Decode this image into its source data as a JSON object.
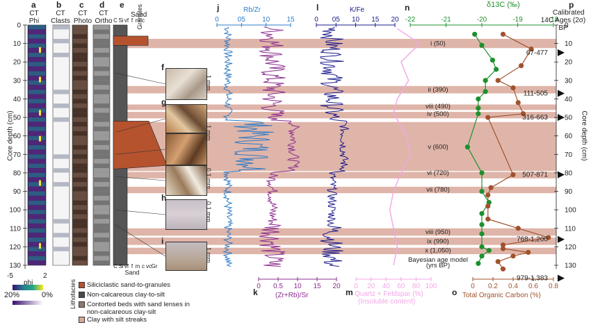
{
  "panels": {
    "a": {
      "letter": "a",
      "title": "CT\nPhi"
    },
    "b": {
      "letter": "b",
      "title": "CT\nClasts"
    },
    "c": {
      "letter": "c",
      "title": "CT\nPhoto"
    },
    "d": {
      "letter": "d",
      "title": "CT\nOrtho"
    },
    "e": {
      "letter": "e",
      "title": "Sand",
      "granules": "Granules",
      "grain_classes": [
        "C",
        "Si",
        "vf",
        "f",
        "m",
        "c"
      ],
      "grain_classes_bottom": [
        "C",
        "Si",
        "vf",
        "f",
        "m",
        "c",
        "vc",
        "Gr"
      ],
      "bottom_title": "Sand"
    },
    "f": "f",
    "g": "g",
    "h": "h",
    "i": "i",
    "j": {
      "letter": "j",
      "title": "Rb/Zr",
      "ticks": [
        "0",
        "05",
        "10",
        "15"
      ]
    },
    "k": {
      "letter": "k",
      "title": "(Zr+Rb)/Sr",
      "ticks": [
        "0",
        "0.5",
        "10",
        "15",
        "20"
      ]
    },
    "l": {
      "letter": "l",
      "title": "K/Fe",
      "ticks": [
        "0",
        "05",
        "10",
        "15",
        "20"
      ]
    },
    "m": {
      "letter": "m",
      "title": "Quartz + Feldspar (%)",
      "subtitle": "(Insoluble content)",
      "ticks": [
        "0",
        "20",
        "40",
        "60",
        "80",
        "100"
      ]
    },
    "n": {
      "letter": "n",
      "title": "δ13C (‰)",
      "ticks": [
        "-22",
        "-21",
        "-20",
        "-19",
        "-18"
      ]
    },
    "o": {
      "letter": "o",
      "title": "Total Organic Carbon (%)",
      "ticks": [
        "0",
        "0.2",
        "0.4",
        "0.6",
        "0.8"
      ]
    },
    "p": {
      "letter": "p",
      "title": "Calibrated",
      "subtitle": "14C Ages (2σ) BP"
    }
  },
  "phi_scale": {
    "min": "-5",
    "max": "2",
    "label": "phi",
    "pct_left": "20%",
    "pct_right": "0%"
  },
  "scale_bars": [
    "1 mm",
    "1 mm",
    "0.1 mm",
    "0.1 mm",
    "1 mm"
  ],
  "depth_axis": {
    "label": "Core depth (cm)",
    "ticks": [
      "0",
      "10",
      "20",
      "30",
      "40",
      "50",
      "60",
      "70",
      "80",
      "90",
      "100",
      "110",
      "120",
      "130"
    ]
  },
  "legend": {
    "title": "Lithofacies",
    "items": [
      {
        "label": "Siliciclastic sand-to-granules",
        "color": "#b5532f"
      },
      {
        "label": "Non-calcareous clay-to-silt",
        "color": "#4a4a4a"
      },
      {
        "label": "Contorted beds with sand lenses in non-calcareous clay-silt",
        "color": "#8a7a70"
      },
      {
        "label": "Clay with silt streaks",
        "color": "#d8a898"
      }
    ]
  },
  "events": [
    {
      "label": "i (50)",
      "depth": 10
    },
    {
      "label": "ii (390)",
      "depth": 35
    },
    {
      "label": "viii (490)",
      "depth": 44
    },
    {
      "label": "iv (500)",
      "depth": 48
    },
    {
      "label": "v (600)",
      "depth": 66
    },
    {
      "label": "vi (720)",
      "depth": 80
    },
    {
      "label": "vii (780)",
      "depth": 89
    },
    {
      "label": "viii (950)",
      "depth": 112
    },
    {
      "label": "ix (990)",
      "depth": 117
    },
    {
      "label": "x (1,050)",
      "depth": 122
    },
    {
      "label": "Bayesian age model",
      "depth": 127
    },
    {
      "label": "(yrs BP)",
      "depth": 130
    }
  ],
  "ages": [
    {
      "label": "67-477",
      "depth": 15
    },
    {
      "label": "111-505",
      "depth": 37
    },
    {
      "label": "316-663",
      "depth": 50
    },
    {
      "label": "507-871",
      "depth": 81
    },
    {
      "label": "768-1,200",
      "depth": 116
    },
    {
      "label": "979-1,383",
      "depth": 137
    }
  ],
  "bands": [
    [
      7.5,
      12.5
    ],
    [
      33,
      37
    ],
    [
      43,
      46
    ],
    [
      47,
      50.5
    ],
    [
      52.5,
      79
    ],
    [
      79.5,
      83
    ],
    [
      87.5,
      91
    ],
    [
      110,
      114
    ],
    [
      115,
      119
    ],
    [
      120.5,
      124
    ]
  ],
  "chart_data": [
    {
      "type": "scatter",
      "name": "δ13C",
      "x_axis": "δ13C (‰)",
      "xlim": [
        -22,
        -17.5
      ],
      "points": [
        [
          -20.2,
          5
        ],
        [
          -20.0,
          11
        ],
        [
          -19.7,
          19
        ],
        [
          -19.6,
          24
        ],
        [
          -19.9,
          30
        ],
        [
          -19.9,
          36
        ],
        [
          -20.1,
          40
        ],
        [
          -20.1,
          45
        ],
        [
          -20.1,
          48
        ],
        [
          -20.4,
          66
        ],
        [
          -20.0,
          80
        ],
        [
          -20.0,
          90
        ],
        [
          -19.8,
          96
        ],
        [
          -20.0,
          102
        ],
        [
          -20.0,
          108
        ],
        [
          -20.0,
          113
        ],
        [
          -20.0,
          120
        ],
        [
          -19.8,
          122
        ],
        [
          -20.0,
          125
        ],
        [
          -20.1,
          129
        ]
      ]
    },
    {
      "type": "scatter",
      "name": "TOC",
      "x_axis": "Total Organic Carbon (%)",
      "xlim": [
        0,
        0.8
      ],
      "points": [
        [
          0.3,
          5
        ],
        [
          0.58,
          13
        ],
        [
          0.48,
          22
        ],
        [
          0.25,
          30
        ],
        [
          0.4,
          34
        ],
        [
          0.45,
          42
        ],
        [
          0.5,
          48
        ],
        [
          0.15,
          50
        ],
        [
          0.4,
          81
        ],
        [
          0.18,
          88
        ],
        [
          0.15,
          92
        ],
        [
          0.15,
          98
        ],
        [
          0.15,
          105
        ],
        [
          0.45,
          110
        ],
        [
          0.75,
          115
        ],
        [
          0.3,
          119
        ],
        [
          0.3,
          121
        ],
        [
          0.55,
          123
        ],
        [
          0.4,
          125
        ],
        [
          0.25,
          128
        ],
        [
          0.3,
          132
        ]
      ]
    },
    {
      "type": "line",
      "name": "Rb/Zr",
      "xlim": [
        0,
        1.6
      ]
    },
    {
      "type": "line",
      "name": "(Zr+Rb)/Sr",
      "xlim": [
        0,
        2
      ]
    },
    {
      "type": "line",
      "name": "K/Fe",
      "xlim": [
        0,
        2
      ]
    },
    {
      "type": "line",
      "name": "Quartz + Feldspar",
      "xlim": [
        0,
        100
      ]
    }
  ],
  "colors": {
    "band": "#d9a89a",
    "rbzr": "#2f7bc6",
    "zrrbsr": "#8b2c8f",
    "kfe": "#1a1a8c",
    "qf": "#f3a6e8",
    "d13c": "#1f8f2e",
    "toc": "#a0522d"
  }
}
